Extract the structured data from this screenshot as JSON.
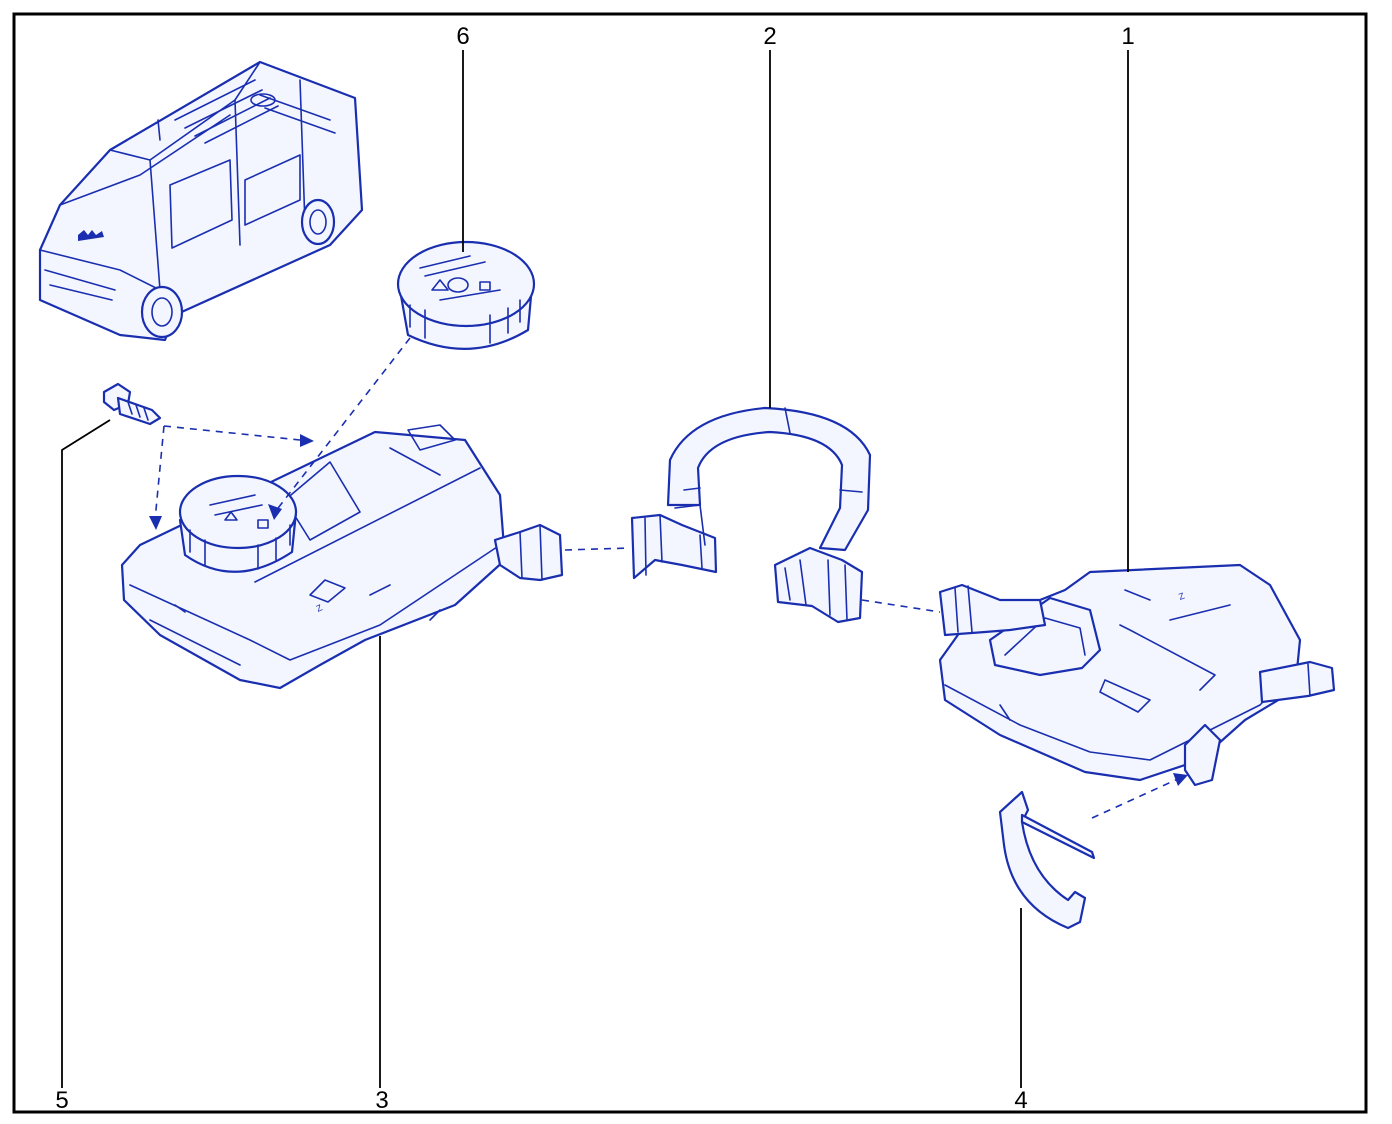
{
  "callouts": {
    "c1": "1",
    "c2": "2",
    "c3": "3",
    "c4": "4",
    "c5": "5",
    "c6": "6"
  },
  "colors": {
    "line": "#1a2fb0",
    "leader": "#000000",
    "frame": "#000000",
    "background": "#ffffff"
  }
}
